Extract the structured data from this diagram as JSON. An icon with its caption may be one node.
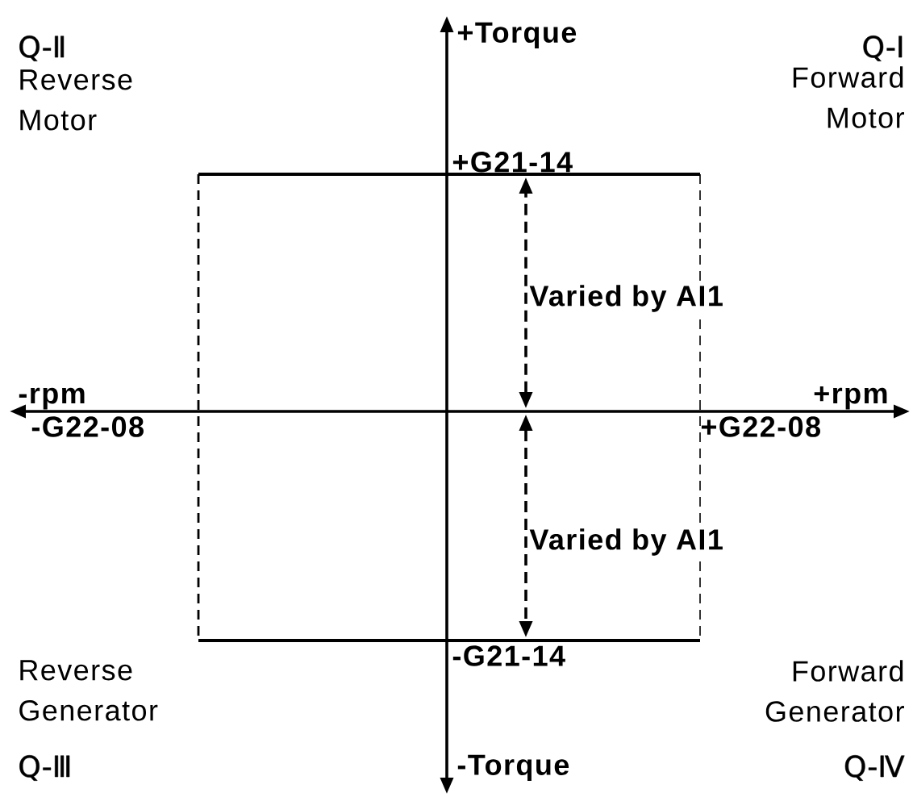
{
  "diagram": {
    "labels": [
      "Q-Ⅱ",
      "Reverse Motor",
      "+Torque",
      "Q-Ⅰ",
      "Forward Motor",
      "+G21-14",
      "Varied by AI1",
      "-rpm",
      "+rpm",
      "-G22-08",
      "+G22-08",
      "Varied by AI1",
      "-G21-14",
      "Reverse Generator",
      "Forward Generator",
      "Q-Ⅲ",
      "-Torque",
      "Q-Ⅳ"
    ]
  }
}
